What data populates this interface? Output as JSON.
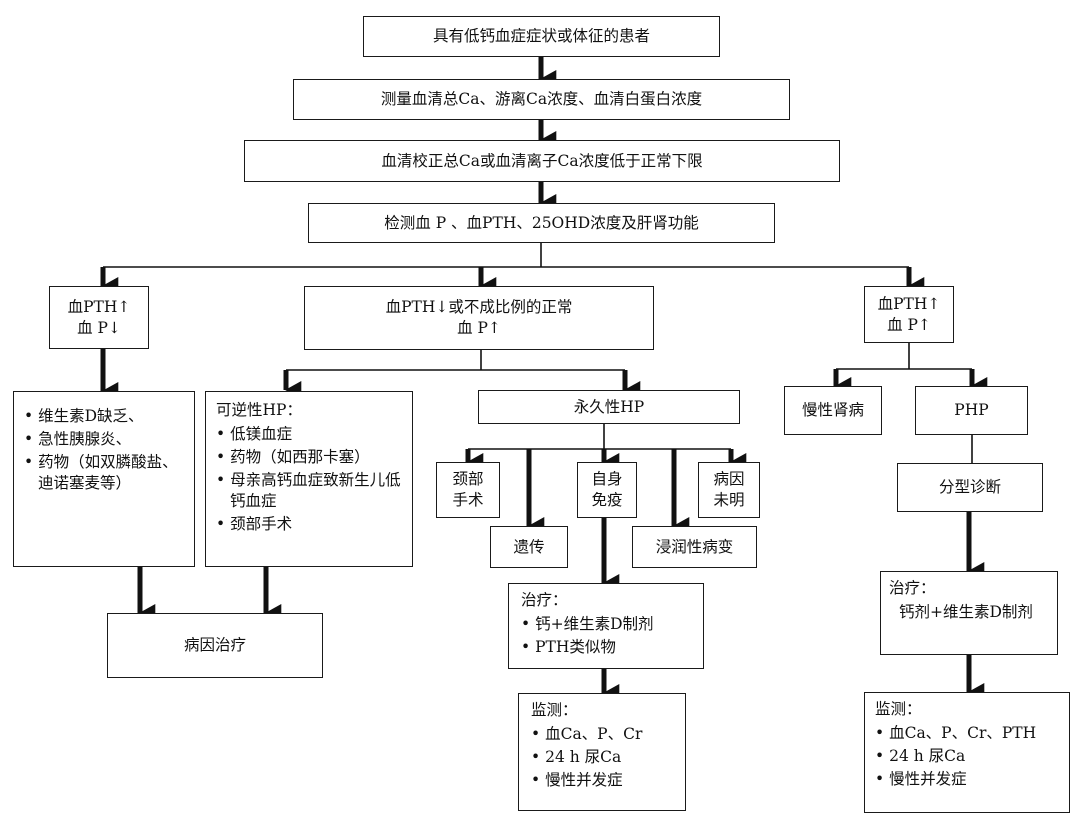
{
  "flowchart": {
    "step1": "具有低钙血症症状或体征的患者",
    "step2": "测量血清总Ca、游离Ca浓度、血清白蛋白浓度",
    "step3": "血清校正总Ca或血清离子Ca浓度低于正常下限",
    "step4": "检测血 P 、血PTH、25OHD浓度及肝肾功能",
    "branch_left": {
      "line1": "血PTH↑",
      "line2": "血 P↓"
    },
    "branch_middle": {
      "line1": "血PTH↓或不成比例的正常",
      "line2": "血 P↑"
    },
    "branch_right": {
      "line1": "血PTH↑",
      "line2": "血 P↑"
    },
    "left_causes": [
      "维生素D缺乏、",
      "急性胰腺炎、",
      "药物（如双膦酸盐、迪诺塞麦等）"
    ],
    "reversible_hp": {
      "title": "可逆性HP：",
      "items": [
        "低镁血症",
        "药物（如西那卡塞）",
        "母亲高钙血症致新生儿低钙血症",
        "颈部手术"
      ]
    },
    "etiology_treatment": "病因治疗",
    "permanent_hp": "永久性HP",
    "permanent_causes": {
      "neck_surgery": {
        "line1": "颈部",
        "line2": "手术"
      },
      "genetic": "遗传",
      "autoimmune": {
        "line1": "自身",
        "line2": "免疫"
      },
      "infiltrative": "浸润性病变",
      "unknown": {
        "line1": "病因",
        "line2": "未明"
      }
    },
    "treatment_mid": {
      "title": "治疗：",
      "items": [
        "钙+维生素D制剂",
        "PTH类似物"
      ]
    },
    "monitoring_mid": {
      "title": "监测：",
      "items": [
        "血Ca、P、Cr",
        "24 h 尿Ca",
        "慢性并发症"
      ]
    },
    "ckd": "慢性肾病",
    "php": "PHP",
    "subtype": "分型诊断",
    "treatment_right": {
      "title": "治疗：",
      "line": "钙剂+维生素D制剂"
    },
    "monitoring_right": {
      "title": "监测：",
      "items": [
        "血Ca、P、Cr、PTH",
        "24 h 尿Ca",
        "慢性并发症"
      ]
    }
  }
}
